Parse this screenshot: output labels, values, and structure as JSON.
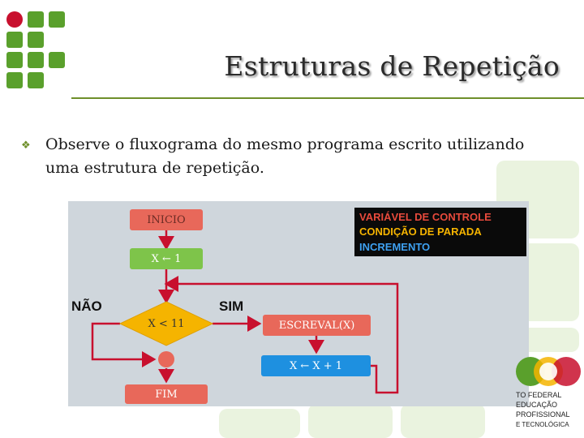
{
  "slide": {
    "title": "Estruturas de Repetição",
    "bullet_icon": "diamond-bullet-icon",
    "body_line1": "Observe o fluxograma do mesmo programa escrito utilizando",
    "body_line2": "uma estrutura de repetição."
  },
  "colors": {
    "accent_green": "#6e8f2a",
    "logo_green": "#5aa02c",
    "logo_red": "#c8102e",
    "box_red": "#e8685a",
    "box_green": "#7ec44a",
    "box_orange": "#f5b400",
    "box_blue": "#1e90e0"
  },
  "flowchart": {
    "legend": {
      "line1": "VARIÁVEL DE CONTROLE",
      "line2": "CONDIÇÃO DE PARADA",
      "line3": "INCREMENTO"
    },
    "inicio": "INICIO",
    "init": "X ← 1",
    "condition": "X < 11",
    "no_label": "NÃO",
    "yes_label": "SIM",
    "write": "ESCREVAL(X)",
    "increment": "X ← X + 1",
    "fim": "FIM"
  },
  "bottom_logo": {
    "line1": "TO FEDERAL",
    "line2": "EDUCAÇÃO",
    "line3": "PROFISSIONAL",
    "line4": "E TECNOLÓGICA"
  }
}
